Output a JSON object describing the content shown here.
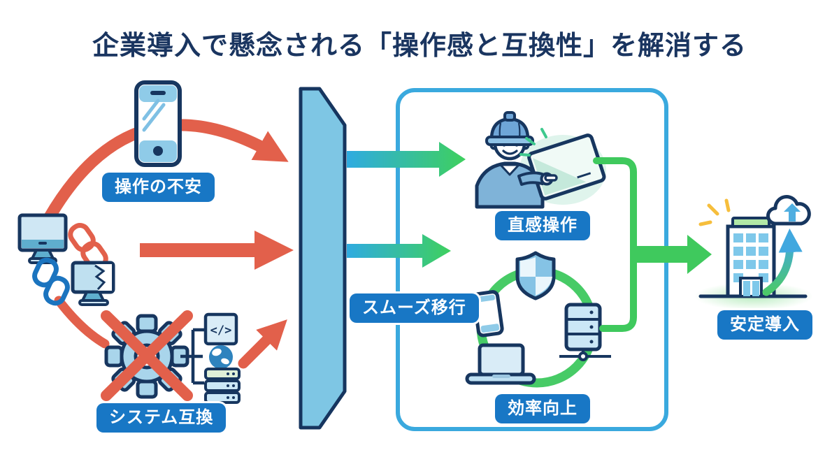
{
  "title": "企業導入で懸念される「操作感と互換性」を解消する",
  "labels": {
    "operation_anxiety": "操作の不安",
    "system_compatibility": "システム互換",
    "smooth_migration": "スムーズ移行",
    "intuitive_operation": "直感操作",
    "efficiency_improvement": "効率向上",
    "stable_deployment": "安定導入"
  },
  "icons": {
    "code_glyph": "</>",
    "names": [
      "smartphone-icon",
      "monitor-icon",
      "cracked-monitor-icon",
      "broken-chain-red-icon",
      "broken-chain-blue-icon",
      "gear-crossed-icon",
      "code-icon",
      "globe-icon",
      "server-stack-icon",
      "barrier-shape",
      "worker-with-tablet-icon",
      "shield-icon",
      "device-sync-phone-icon",
      "laptop-icon",
      "server-tower-icon",
      "building-icon",
      "cloud-upload-icon",
      "sparkle-icon"
    ]
  },
  "colors": {
    "title_navy": "#1A3560",
    "outline_navy": "#17365F",
    "label_blue": "#1877C5",
    "alert_red": "#E2604B",
    "success_green": "#3FC95D",
    "flow_cyan": "#2FABE1",
    "box_border": "#3AA9DE",
    "barrier_fill": "#7EC6E4",
    "accent_yellow": "#F6BE3C"
  }
}
